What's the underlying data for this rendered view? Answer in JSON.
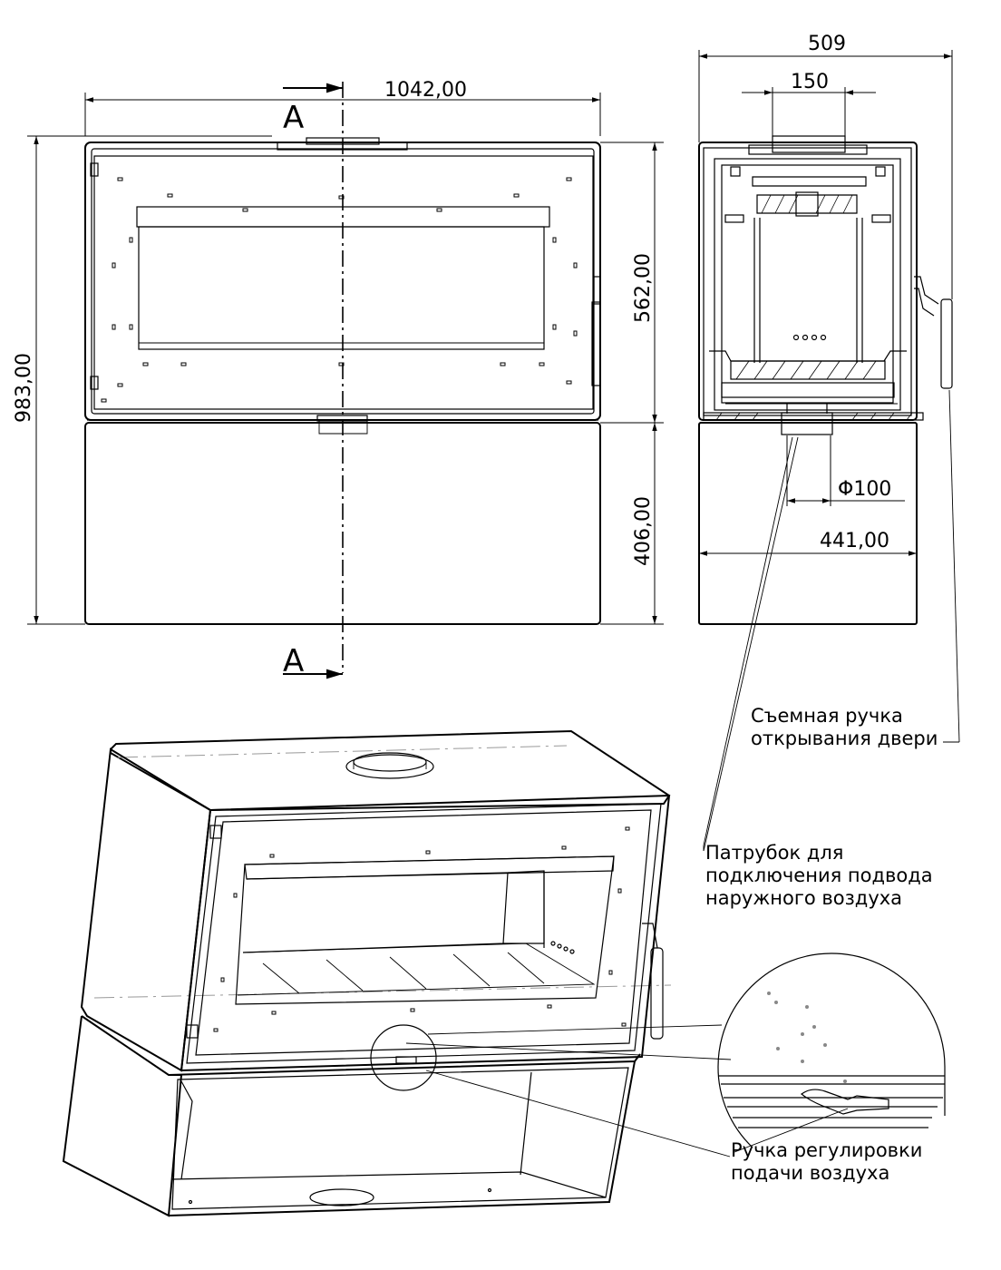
{
  "dimensions": {
    "overall_width": "1042,00",
    "overall_height": "983,00",
    "firebox_height": "562,00",
    "base_height": "406,00",
    "depth": "509",
    "flue_width": "150",
    "air_inlet_diameter": "Φ100",
    "base_depth": "441,00"
  },
  "section_marks": {
    "top": "A",
    "bottom": "A"
  },
  "callouts": {
    "door_handle": [
      "Съемная ручка",
      "открывания двери"
    ],
    "air_inlet": [
      "Патрубок для",
      "подключения подвода",
      "наружного воздуха"
    ],
    "air_regulator": [
      "Ручка регулировки",
      "подачи воздуха"
    ]
  }
}
